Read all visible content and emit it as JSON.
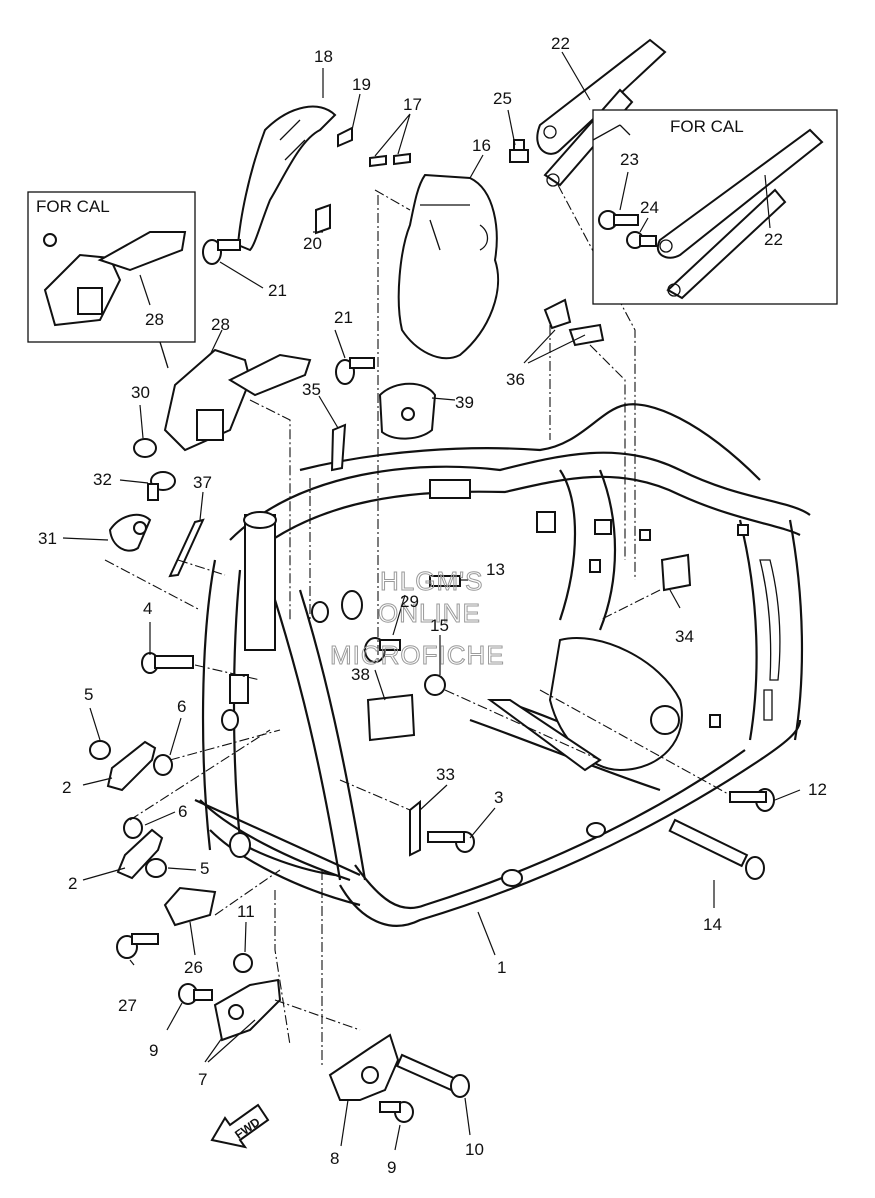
{
  "callouts": {
    "c1": "1",
    "c2a": "2",
    "c2b": "2",
    "c3": "3",
    "c4": "4",
    "c5a": "5",
    "c5b": "5",
    "c6a": "6",
    "c6b": "6",
    "c7": "7",
    "c8": "8",
    "c9a": "9",
    "c9b": "9",
    "c10": "10",
    "c11": "11",
    "c12": "12",
    "c13": "13",
    "c14": "14",
    "c15": "15",
    "c16": "16",
    "c17": "17",
    "c18": "18",
    "c19": "19",
    "c20": "20",
    "c21a": "21",
    "c21b": "21",
    "c22a": "22",
    "c22b": "22",
    "c23": "23",
    "c24": "24",
    "c25": "25",
    "c26": "26",
    "c27": "27",
    "c28a": "28",
    "c28b": "28",
    "c29": "29",
    "c30": "30",
    "c31": "31",
    "c32": "32",
    "c33": "33",
    "c34": "34",
    "c35": "35",
    "c36": "36",
    "c37": "37",
    "c38": "38",
    "c39": "39"
  },
  "boxes": {
    "left_title": "FOR CAL",
    "right_title": "FOR CAL"
  },
  "watermark": {
    "line1": "HLGM'S",
    "line2": "ONLINE",
    "line3": "MICROFICHE"
  },
  "fwd_arrow": {
    "label": "FWD"
  }
}
